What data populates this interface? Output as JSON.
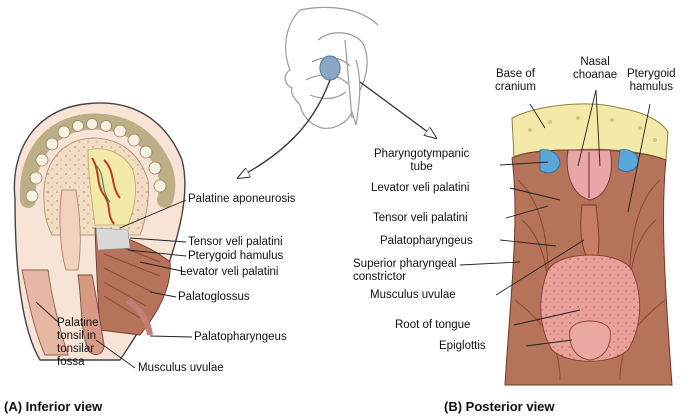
{
  "panel_a": {
    "caption": "(A) Inferior view",
    "labels": {
      "palatine_aponeurosis": "Palatine aponeurosis",
      "tensor_veli_palatini": "Tensor veli palatini",
      "pterygoid_hamulus": "Pterygoid hamulus",
      "levator_veli_palatini": "Levator veli palatini",
      "palatoglossus": "Palatoglossus",
      "palatopharyngeus": "Palatopharyngeus",
      "palatine_tonsil": "Palatine\ntonsil in\ntonsilar\nfossa",
      "musculus_uvulae": "Musculus uvulae"
    }
  },
  "panel_b": {
    "caption": "(B) Posterior view",
    "labels": {
      "base_of_cranium": "Base of\ncranium",
      "nasal_choanae": "Nasal\nchoanae",
      "pterygoid_hamulus": "Pterygoid\nhamulus",
      "pharyngotympanic_tube": "Pharyngotympanic\ntube",
      "levator_veli_palatini": "Levator veli palatini",
      "tensor_veli_palatini": "Tensor veli palatini",
      "palatopharyngeus": "Palatopharyngeus",
      "superior_pharyngeal_constrictor": "Superior pharyngeal\nconstrictor",
      "musculus_uvulae": "Musculus uvulae",
      "root_of_tongue": "Root of tongue",
      "epiglottis": "Epiglottis"
    }
  },
  "colors": {
    "muscle": "#b5735a",
    "muscle_dark": "#8a4a36",
    "bone": "#f3e9a8",
    "mucosa": "#e0938e",
    "tube_blue": "#5aa6d8",
    "teeth": "#f6f1e0"
  }
}
